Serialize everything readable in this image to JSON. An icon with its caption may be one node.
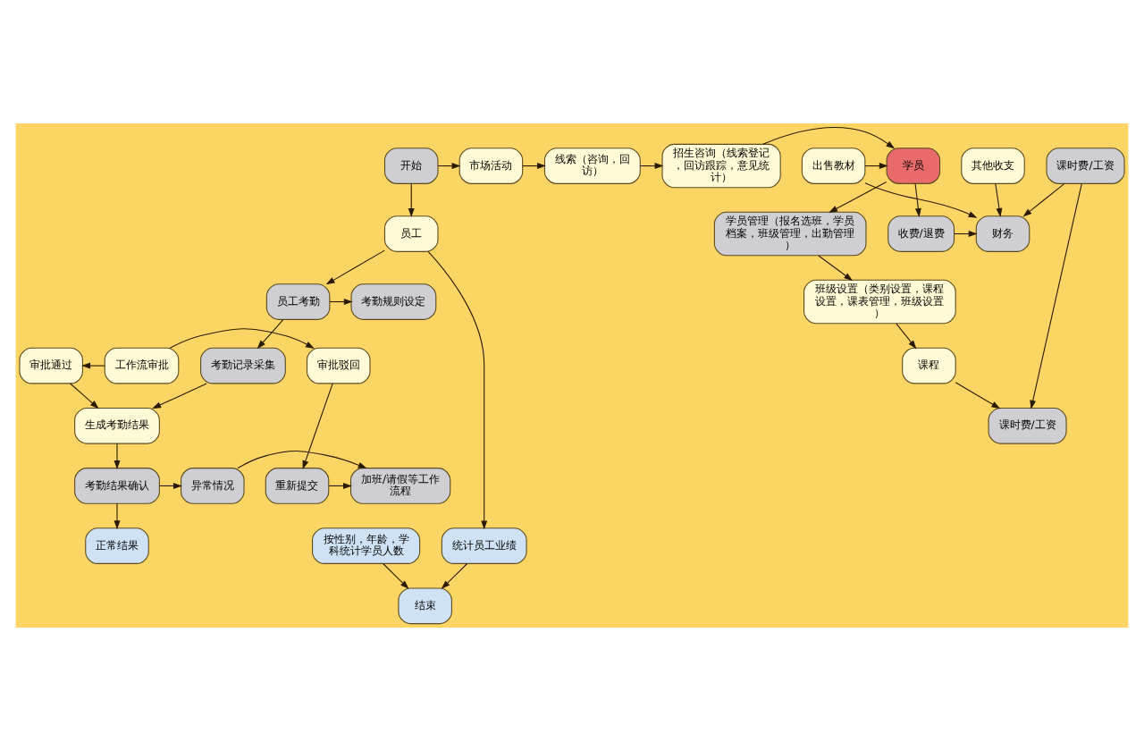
{
  "diagram": {
    "nodes": [
      {
        "text": [
          "开始"
        ]
      },
      {
        "text": [
          "市场活动"
        ]
      },
      {
        "text": [
          "线索（咨询，回访）"
        ]
      },
      {
        "text": [
          "招生咨询（线索登记，回访跟踪，意见统计）"
        ]
      },
      {
        "text": [
          "学员"
        ]
      },
      {
        "text": [
          "出售教材"
        ]
      },
      {
        "text": [
          "员工"
        ]
      },
      {
        "text": [
          "学员管理（报名选班，学员档案，班级管理，出勤管理）"
        ]
      },
      {
        "text": [
          "收费/退费"
        ]
      },
      {
        "text": [
          "财务"
        ]
      },
      {
        "text": [
          "员工考勤"
        ]
      },
      {
        "text": [
          "考勤规则设定"
        ]
      },
      {
        "text": [
          "班级设置（类别设置，课程设置，课表管理，班级设置）"
        ]
      },
      {
        "text": [
          "其他收支"
        ]
      },
      {
        "text": [
          "考勤记录采集"
        ]
      },
      {
        "text": [
          "课程"
        ]
      },
      {
        "text": [
          "课时费/工资"
        ]
      },
      {
        "text": [
          "课时费/工资"
        ]
      },
      {
        "text": [
          "生成考勤结果"
        ]
      },
      {
        "text": [
          "审批通过"
        ]
      },
      {
        "text": [
          "工作流审批"
        ]
      },
      {
        "text": [
          "审批驳回"
        ]
      },
      {
        "text": [
          "考勤结果确认"
        ]
      },
      {
        "text": [
          "异常情况"
        ]
      },
      {
        "text": [
          "加班/请假等工作流程"
        ]
      },
      {
        "text": [
          "重新提交"
        ]
      },
      {
        "text": [
          "正常结果"
        ]
      },
      {
        "text": [
          "统计员工业绩"
        ]
      },
      {
        "text": [
          "按性别，年龄，学科统计学员人数"
        ]
      },
      {
        "text": [
          "结束"
        ]
      }
    ],
    "edges": [
      {
        "from": 0,
        "to": 1,
        "arrow": "to"
      },
      {
        "from": 1,
        "to": 2,
        "arrow": "to"
      },
      {
        "from": 2,
        "to": 3,
        "arrow": "to"
      },
      {
        "from": 3,
        "to": 4,
        "arrow": "to"
      },
      {
        "from": 5,
        "to": 4,
        "arrow": "to"
      },
      {
        "from": 0,
        "to": 6,
        "arrow": "to"
      },
      {
        "from": 4,
        "to": 7,
        "arrow": "to"
      },
      {
        "from": 4,
        "to": 8,
        "arrow": "to"
      },
      {
        "from": 8,
        "to": 9,
        "arrow": "to"
      },
      {
        "from": 5,
        "to": 9,
        "arrow": "to"
      },
      {
        "from": 6,
        "to": 10,
        "arrow": "to"
      },
      {
        "from": 10,
        "to": 11,
        "arrow": "to"
      },
      {
        "from": 7,
        "to": 12,
        "arrow": "to"
      },
      {
        "from": 12,
        "to": 15,
        "arrow": "to"
      },
      {
        "from": 13,
        "to": 9,
        "arrow": "to"
      },
      {
        "from": 10,
        "to": 14,
        "arrow": "to"
      },
      {
        "from": 15,
        "to": 16,
        "arrow": "to"
      },
      {
        "from": 17,
        "to": 16,
        "arrow": "to"
      },
      {
        "from": 17,
        "to": 9,
        "arrow": "to"
      },
      {
        "from": 14,
        "to": 18,
        "arrow": "to"
      },
      {
        "from": 20,
        "to": 19,
        "arrow": "to"
      },
      {
        "from": 19,
        "to": 18,
        "arrow": "to"
      },
      {
        "from": 20,
        "to": 21,
        "arrow": "to"
      },
      {
        "from": 18,
        "to": 22,
        "arrow": "to"
      },
      {
        "from": 21,
        "to": 25,
        "arrow": "to"
      },
      {
        "from": 25,
        "to": 24,
        "arrow": "to"
      },
      {
        "from": 22,
        "to": 23,
        "arrow": "to"
      },
      {
        "from": 23,
        "to": 24,
        "arrow": "to"
      },
      {
        "from": 22,
        "to": 26,
        "arrow": "to"
      },
      {
        "from": 6,
        "to": 27,
        "arrow": "to"
      },
      {
        "from": 27,
        "to": 29,
        "arrow": "to"
      },
      {
        "from": 28,
        "to": 29,
        "arrow": "to"
      }
    ]
  }
}
